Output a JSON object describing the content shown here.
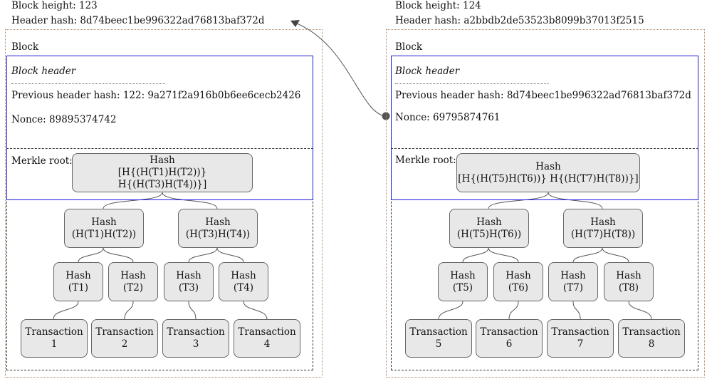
{
  "blocks": [
    {
      "height_label": "Block height: 123",
      "header_hash_label": "Header hash: 8d74beec1be996322ad76813baf372d",
      "block_label": "Block",
      "block_header_label": "Block header",
      "prev_hash_label": "Previous header hash: 122: 9a271f2a916b0b6ee6cecb2426",
      "nonce_label": "Nonce: 89895374742",
      "merkle_label": "Merkle root:",
      "root": {
        "l1": "Hash",
        "l2": "[H{(H(T1)H(T2))} H{(H(T3)H(T4))}]"
      },
      "level1": [
        {
          "l1": "Hash",
          "l2": "(H(T1)H(T2))"
        },
        {
          "l1": "Hash",
          "l2": "(H(T3)H(T4))"
        }
      ],
      "level2": [
        {
          "l1": "Hash",
          "l2": "(T1)"
        },
        {
          "l1": "Hash",
          "l2": "(T2)"
        },
        {
          "l1": "Hash",
          "l2": "(T3)"
        },
        {
          "l1": "Hash",
          "l2": "(T4)"
        }
      ],
      "transactions": [
        {
          "l1": "Transaction",
          "l2": "1"
        },
        {
          "l1": "Transaction",
          "l2": "2"
        },
        {
          "l1": "Transaction",
          "l2": "3"
        },
        {
          "l1": "Transaction",
          "l2": "4"
        }
      ]
    },
    {
      "height_label": "Block height: 124",
      "header_hash_label": "Header hash: a2bbdb2de53523b8099b37013f2515",
      "block_label": "Block",
      "block_header_label": "Block header",
      "prev_hash_label": "Previous header hash: 8d74beec1be996322ad76813baf372d",
      "nonce_label": "Nonce: 69795874761",
      "merkle_label": "Merkle root:",
      "root": {
        "l1": "Hash",
        "l2": "[H{(H(T5)H(T6))} H{(H(T7)H(T8))}]"
      },
      "level1": [
        {
          "l1": "Hash",
          "l2": "(H(T5)H(T6))"
        },
        {
          "l1": "Hash",
          "l2": "(H(T7)H(T8))"
        }
      ],
      "level2": [
        {
          "l1": "Hash",
          "l2": "(T5)"
        },
        {
          "l1": "Hash",
          "l2": "(T6)"
        },
        {
          "l1": "Hash",
          "l2": "(T7)"
        },
        {
          "l1": "Hash",
          "l2": "(T8)"
        }
      ],
      "transactions": [
        {
          "l1": "Transaction",
          "l2": "5"
        },
        {
          "l1": "Transaction",
          "l2": "6"
        },
        {
          "l1": "Transaction",
          "l2": "7"
        },
        {
          "l1": "Transaction",
          "l2": "8"
        }
      ]
    }
  ]
}
